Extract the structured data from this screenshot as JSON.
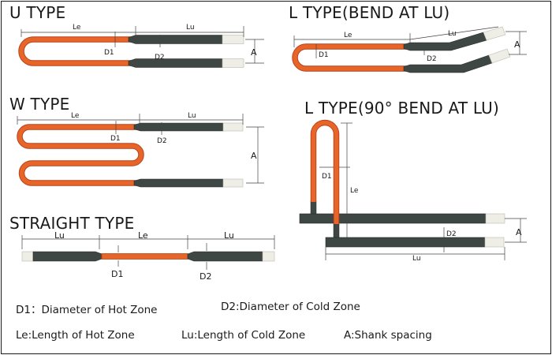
{
  "titles": {
    "u_type": "U TYPE",
    "l_type_bend_lu": "L TYPE(BEND AT LU)",
    "w_type": "W TYPE",
    "l_type_90": "L TYPE(90° BEND AT LU)",
    "straight_type": "STRAIGHT TYPE"
  },
  "labels": {
    "le": "Le",
    "lu": "Lu",
    "d1": "D1",
    "d2": "D2",
    "a": "A"
  },
  "legend": {
    "d1": "D1：Diameter of Hot Zone",
    "d2": "D2:Diameter of Cold Zone",
    "le": "Le:Length of Hot Zone",
    "lu": "Lu:Length of Cold Zone",
    "a": "A:Shank spacing"
  },
  "colors": {
    "hot_zone": "#e8652a",
    "hot_zone_edge": "#b8441a",
    "cold_zone": "#3e4744",
    "cold_zone_edge": "#262c2a",
    "terminal": "#eeeee6",
    "dimension": "#444444"
  }
}
